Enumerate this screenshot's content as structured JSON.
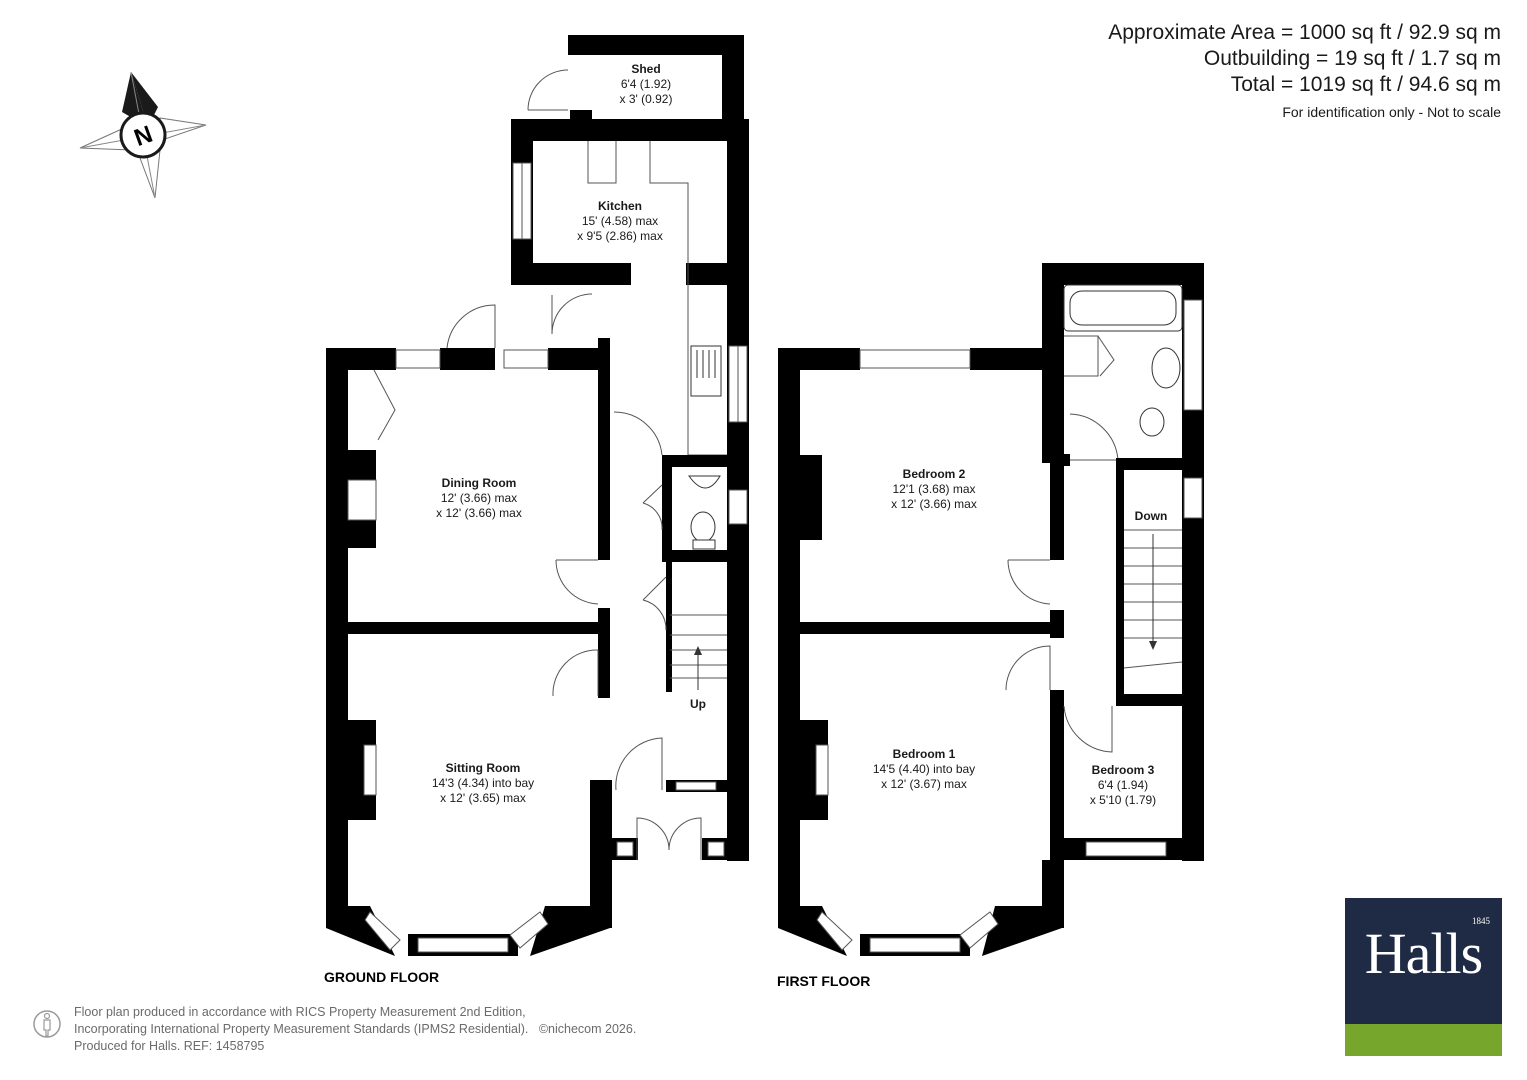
{
  "summary": {
    "approximate_area": "Approximate Area = 1000 sq ft / 92.9 sq m",
    "outbuilding": "Outbuilding = 19 sq ft / 1.7 sq m",
    "total": "Total = 1019 sq ft / 94.6 sq m",
    "note": "For identification only - Not to scale"
  },
  "compass": {
    "letter": "N",
    "icon": "compass-icon"
  },
  "floors": {
    "ground": "GROUND FLOOR",
    "first": "FIRST FLOOR"
  },
  "rooms": {
    "shed": {
      "name": "Shed",
      "dim1": "6'4 (1.92)",
      "dim2": "x 3' (0.92)"
    },
    "kitchen": {
      "name": "Kitchen",
      "dim1": "15' (4.58) max",
      "dim2": "x 9'5 (2.86) max"
    },
    "dining": {
      "name": "Dining Room",
      "dim1": "12' (3.66) max",
      "dim2": "x 12' (3.66) max"
    },
    "sitting": {
      "name": "Sitting Room",
      "dim1": "14'3 (4.34) into bay",
      "dim2": "x 12' (3.65) max"
    },
    "bedroom2": {
      "name": "Bedroom 2",
      "dim1": "12'1 (3.68) max",
      "dim2": "x 12' (3.66) max"
    },
    "bedroom1": {
      "name": "Bedroom 1",
      "dim1": "14'5 (4.40) into bay",
      "dim2": "x 12' (3.67) max"
    },
    "bedroom3": {
      "name": "Bedroom 3",
      "dim1": "6'4 (1.94)",
      "dim2": "x 5'10 (1.79)"
    }
  },
  "stairs": {
    "up": "Up",
    "down": "Down"
  },
  "footer": {
    "line1": "Floor plan produced in accordance with RICS Property Measurement 2nd Edition,",
    "line2": "Incorporating International Property Measurement Standards (IPMS2 Residential).",
    "copyright": "©nichecom 2026.",
    "line3": "Produced for Halls.   REF: 1458795"
  },
  "brand": {
    "name": "Halls",
    "year": "1845",
    "primary_color": "#1f2a44",
    "accent_color": "#77a62d"
  },
  "colors": {
    "wall": "#000000",
    "line": "#555555"
  }
}
